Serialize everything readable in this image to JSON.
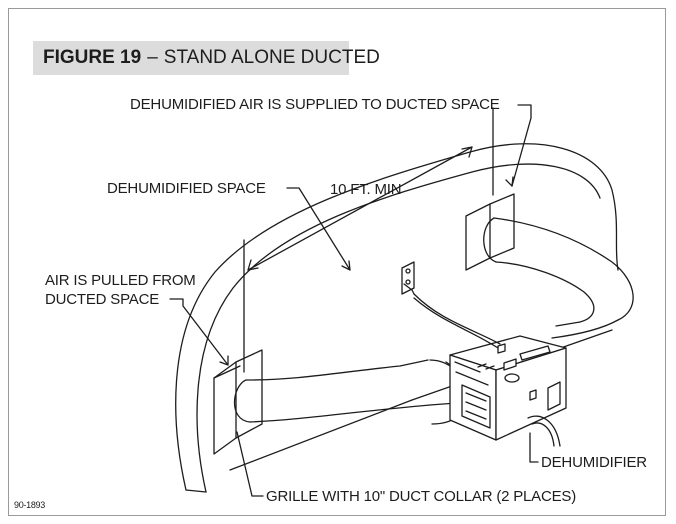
{
  "figure": {
    "number_label": "FIGURE 19",
    "separator": "–",
    "title": "STAND ALONE DUCTED"
  },
  "labels": {
    "supply": "DEHUMIDIFIED AIR IS SUPPLIED TO DUCTED SPACE",
    "space": "DEHUMIDIFIED SPACE",
    "distance": "10 FT. MIN",
    "return_line1": "AIR IS PULLED FROM",
    "return_line2": "DUCTED SPACE",
    "unit": "DEHUMIDIFIER",
    "grille": "GRILLE WITH 10\" DUCT COLLAR (2 PLACES)"
  },
  "document_code": "90-1893",
  "icons": [
    "electrical-outlet-icon",
    "dehumidifier-unit-icon"
  ],
  "colors": {
    "line": "#1d1d1d",
    "title_band": "#dcdcdc",
    "frame": "#9a9a9a"
  }
}
